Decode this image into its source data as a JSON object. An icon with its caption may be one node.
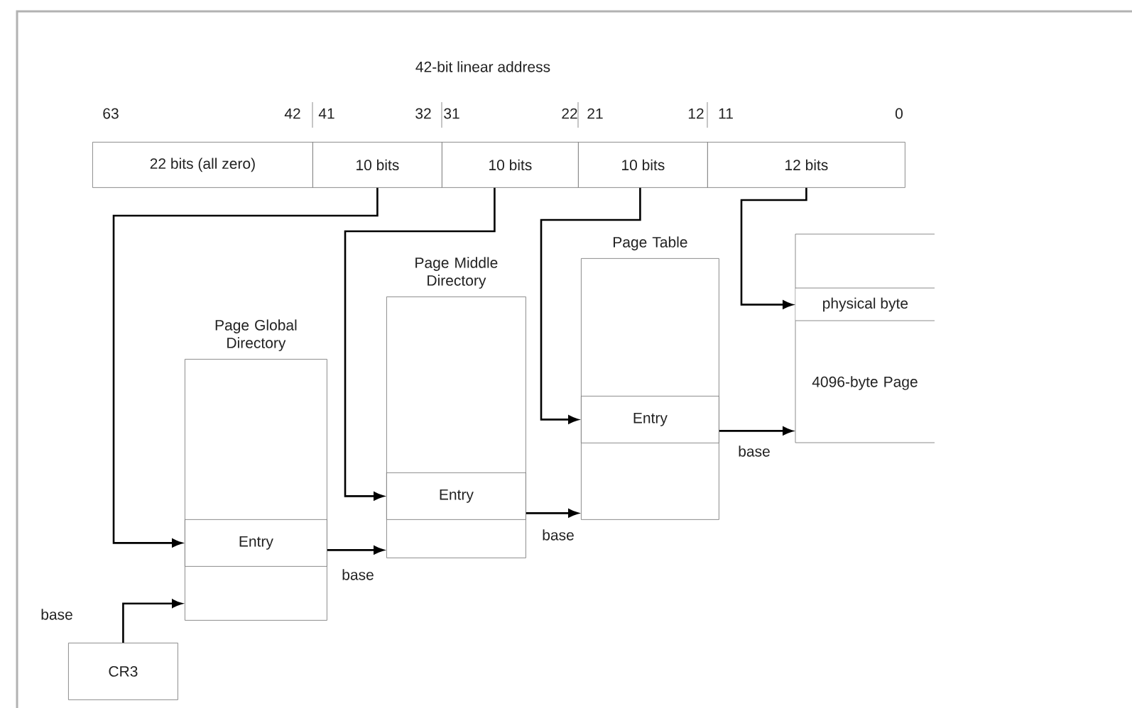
{
  "diagram": {
    "title": "42-bit linear address",
    "nodes": [
      {
        "text": [
          "22 bits (all zero)"
        ]
      },
      {
        "text": [
          "10 bits"
        ]
      },
      {
        "text": [
          "10 bits"
        ]
      },
      {
        "text": [
          "10 bits"
        ]
      },
      {
        "text": [
          "12 bits"
        ]
      },
      {
        "text": [
          "Page Global Directory"
        ]
      },
      {
        "text": [
          "Entry"
        ],
        "in": 5
      },
      {
        "text": [
          "Page Middle Directory"
        ]
      },
      {
        "text": [
          "Entry"
        ],
        "in": 7
      },
      {
        "text": [
          "Page Table"
        ]
      },
      {
        "text": [
          "Entry"
        ],
        "in": 9
      },
      {
        "text": [
          "4096-byte Page"
        ]
      },
      {
        "text": [
          "physical byte"
        ],
        "in": 11
      },
      {
        "text": [
          "CR3"
        ]
      }
    ],
    "edges": [
      {
        "from": 1,
        "to": 6,
        "arrow": "to"
      },
      {
        "from": 2,
        "to": 8,
        "arrow": "to"
      },
      {
        "from": 3,
        "to": 10,
        "arrow": "to"
      },
      {
        "from": 4,
        "to": 12,
        "arrow": "to"
      },
      {
        "from": 13,
        "to": 5,
        "arrow": "to",
        "label": "base"
      },
      {
        "from": 6,
        "to": 7,
        "arrow": "to",
        "label": "base"
      },
      {
        "from": 8,
        "to": 9,
        "arrow": "to",
        "label": "base"
      },
      {
        "from": 10,
        "to": 11,
        "arrow": "to",
        "label": "base"
      }
    ],
    "labels": [
      "63",
      "42",
      "41",
      "32",
      "31",
      "22",
      "21",
      "12",
      "11",
      "0"
    ]
  }
}
